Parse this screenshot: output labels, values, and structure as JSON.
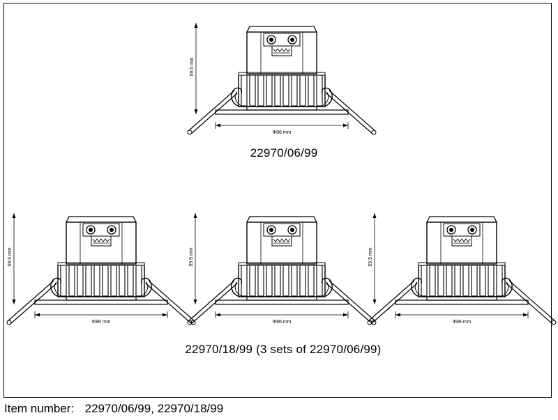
{
  "views": [
    {
      "height_label": "59.5 mm",
      "diameter_label": "Φ86 mm"
    },
    {
      "height_label": "59.5 mm",
      "diameter_label": "Φ86 mm"
    },
    {
      "height_label": "59.5 mm",
      "diameter_label": "Φ86 mm"
    },
    {
      "height_label": "59.5 mm",
      "diameter_label": "Φ86 mm"
    }
  ],
  "captions": {
    "single": "22970/06/99",
    "sets": "22970/18/99 (3 sets of 22970/06/99)"
  },
  "footer": {
    "label": "Item number:",
    "item_1": "22970/06/99",
    "separator": ",",
    "item_2": "22970/18/99"
  }
}
